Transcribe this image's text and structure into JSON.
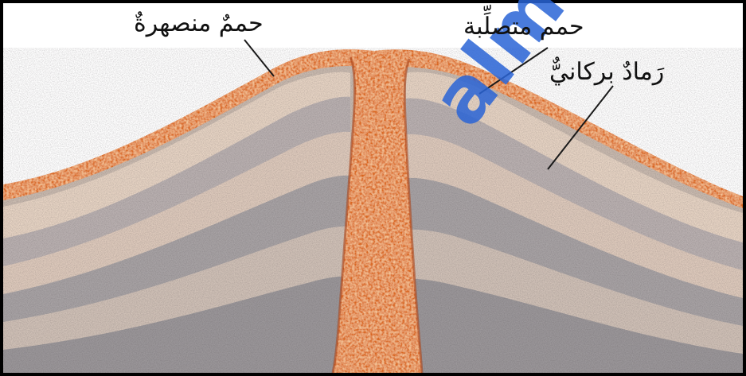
{
  "labels": {
    "molten_lava": "حممٌ منصهرةٌ",
    "solidified_lava": "حمم متصلِّبة",
    "volcanic_ash": "رَمادٌ بركانيٌّ"
  },
  "watermark": "almanahj",
  "colors": {
    "lava": "#d9661f",
    "lava_light": "#f0a050",
    "ash_light": "#e9d8c9",
    "ash_dark": "#8d8a8c",
    "background": "#000000"
  }
}
